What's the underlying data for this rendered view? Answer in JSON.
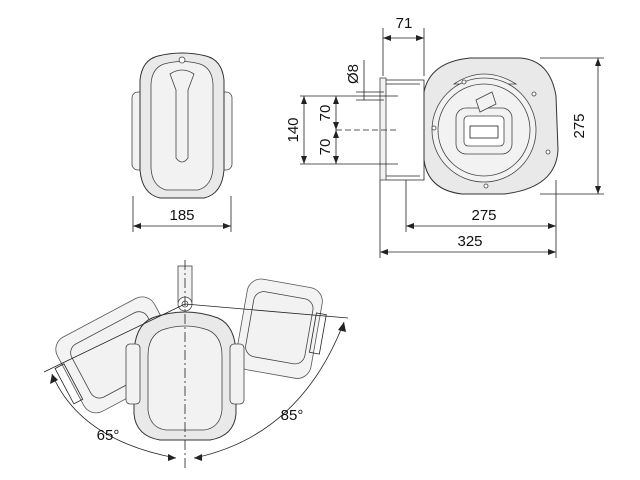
{
  "dimensions": {
    "front_width": "185",
    "bracket_depth": "71",
    "hole_diameter": "Ø8",
    "hole_spacing_total": "140",
    "hole_spacing_upper": "70",
    "hole_spacing_lower": "70",
    "side_height": "275",
    "side_width": "275",
    "overall_width": "325"
  },
  "angles": {
    "left_swivel": "65°",
    "right_swivel": "85°"
  }
}
